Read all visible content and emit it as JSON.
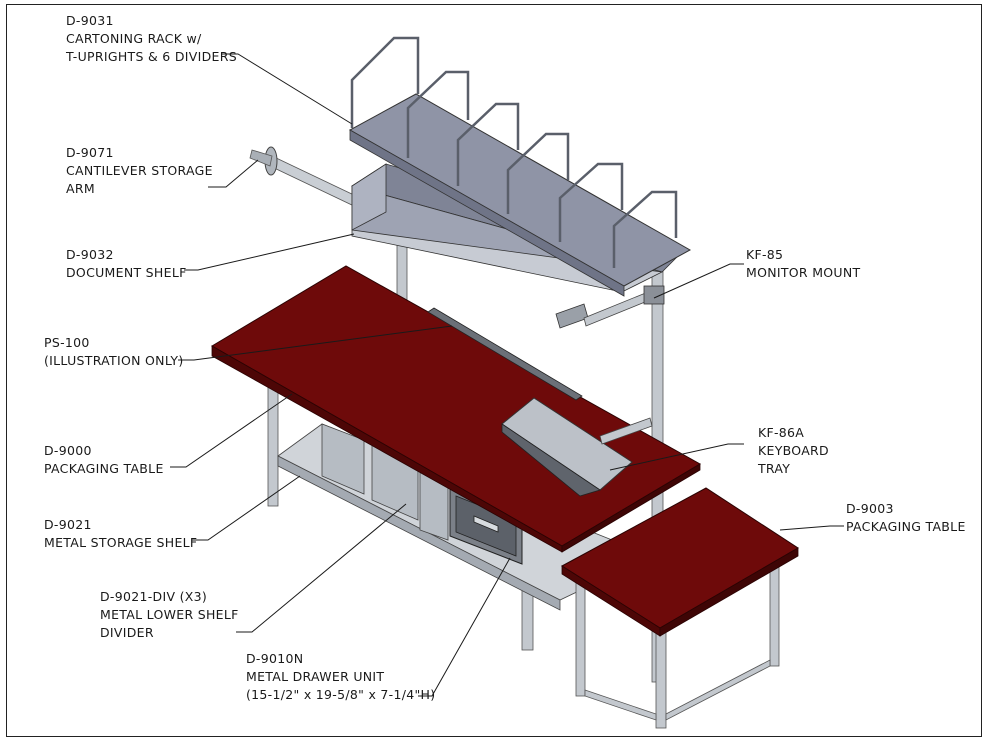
{
  "colors": {
    "tabletop": "#6e0a0a",
    "tabletop_edge": "#4d0606",
    "metal": "#b9bfc6",
    "metal_dark": "#8a9098",
    "metal_light": "#d5d9de",
    "shelf_blue": "#8f94a6",
    "line": "#1a1a1a"
  },
  "callouts": {
    "d9031": {
      "lines": [
        "D-9031",
        "CARTONING RACK w/",
        "T-UPRIGHTS & 6 DIVIDERS"
      ]
    },
    "d9071": {
      "lines": [
        "D-9071",
        "CANTILEVER STORAGE",
        "ARM"
      ]
    },
    "d9032": {
      "lines": [
        "D-9032",
        "DOCUMENT SHELF"
      ]
    },
    "ps100": {
      "lines": [
        "PS-100",
        "(ILLUSTRATION ONLY)"
      ]
    },
    "d9000": {
      "lines": [
        "D-9000",
        "PACKAGING TABLE"
      ]
    },
    "d9021": {
      "lines": [
        "D-9021",
        "METAL STORAGE SHELF"
      ]
    },
    "d9021div": {
      "lines": [
        "D-9021-DIV (X3)",
        "METAL LOWER SHELF",
        "DIVIDER"
      ]
    },
    "d9010n": {
      "lines": [
        "D-9010N",
        "METAL DRAWER UNIT",
        "(15-1/2\" x 19-5/8\" x 7-1/4\"H)"
      ]
    },
    "kf85": {
      "lines": [
        "KF-85",
        "MONITOR MOUNT"
      ]
    },
    "kf86a": {
      "lines": [
        "KF-86A",
        "KEYBOARD",
        "TRAY"
      ]
    },
    "d9003": {
      "lines": [
        "D-9003",
        "PACKAGING TABLE"
      ]
    }
  }
}
